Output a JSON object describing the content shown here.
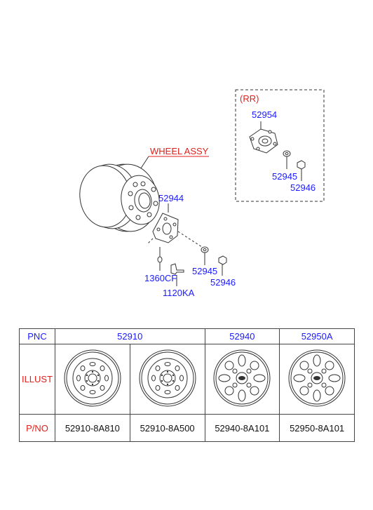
{
  "diagram": {
    "rr_label": "(RR)",
    "wheel_assy_label": "WHEEL ASSY",
    "callouts": {
      "rr_hub": "52954",
      "rr_nut_a": "52945",
      "rr_nut_b": "52946",
      "hub_plate": "52944",
      "bolt_small": "1360CF",
      "bolt_long": "1120KA",
      "nut_a": "52945",
      "nut_b": "52946"
    }
  },
  "table": {
    "row_headers": {
      "pnc": "PNC",
      "illust": "ILLUST",
      "pno": "P/NO"
    },
    "pnc": [
      {
        "label": "52910",
        "span": 2
      },
      {
        "label": "52940",
        "span": 1
      },
      {
        "label": "52950A",
        "span": 1
      }
    ],
    "pno": [
      "52910-8A810",
      "52910-8A500",
      "52940-8A101",
      "52950-8A101"
    ]
  },
  "colors": {
    "label_blue": "#1a1aff",
    "label_red": "#e0201c",
    "line": "#333333"
  },
  "icons": [
    "steel-wheel-icon",
    "alloy-wheel-icon"
  ]
}
